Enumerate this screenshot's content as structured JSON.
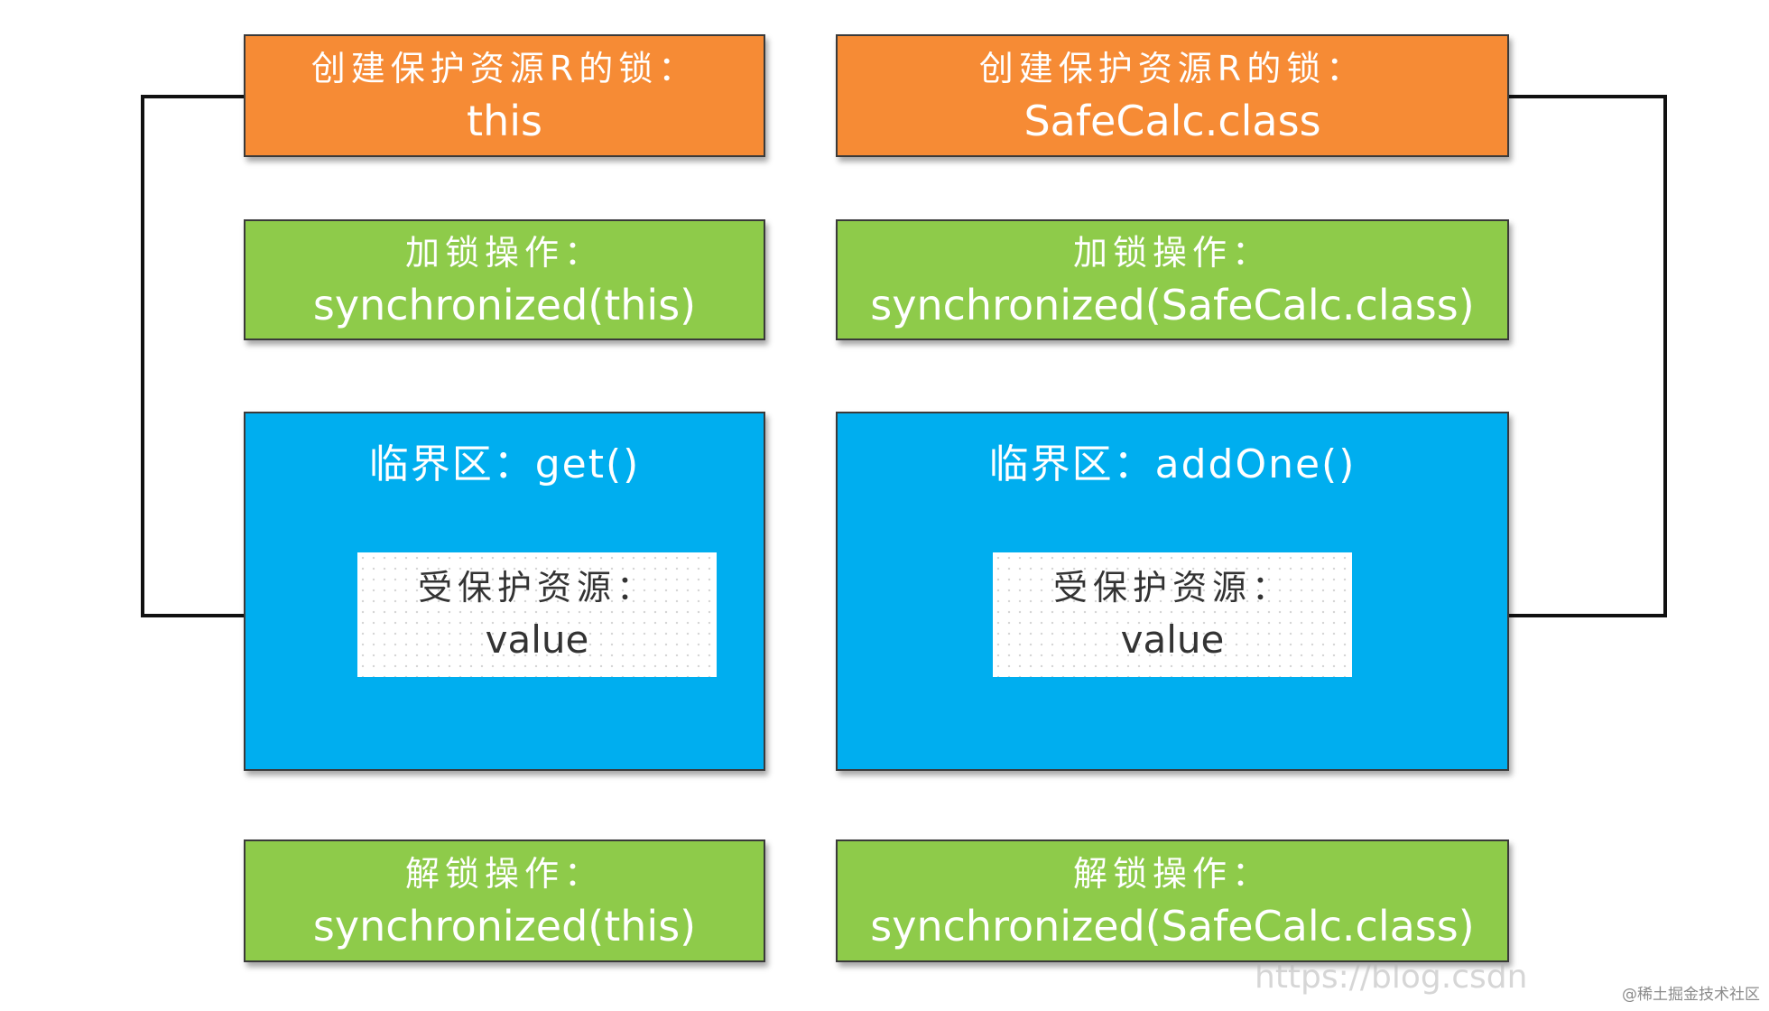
{
  "left": {
    "lock_create_label": "创建保护资源R的锁：",
    "lock_create_value": "this",
    "lock_op_label": "加锁操作：",
    "lock_op_value": "synchronized(this)",
    "critical_label": "临界区：get()",
    "resource_label": "受保护资源：",
    "resource_value": "value",
    "unlock_op_label": "解锁操作：",
    "unlock_op_value": "synchronized(this)"
  },
  "right": {
    "lock_create_label": "创建保护资源R的锁：",
    "lock_create_value": "SafeCalc.class",
    "lock_op_label": "加锁操作：",
    "lock_op_value": "synchronized(SafeCalc.class)",
    "critical_label": "临界区：addOne()",
    "resource_label": "受保护资源：",
    "resource_value": "value",
    "unlock_op_label": "解锁操作：",
    "unlock_op_value": "synchronized(SafeCalc.class)"
  },
  "watermark": {
    "url": "https://blog.csdn",
    "credit": "@稀土掘金技术社区"
  },
  "colors": {
    "lock_box": "#f68b35",
    "operation_box": "#8ecb4a",
    "critical_box": "#00aeef",
    "resource_box": "#ffffff",
    "connector": "#111111"
  }
}
